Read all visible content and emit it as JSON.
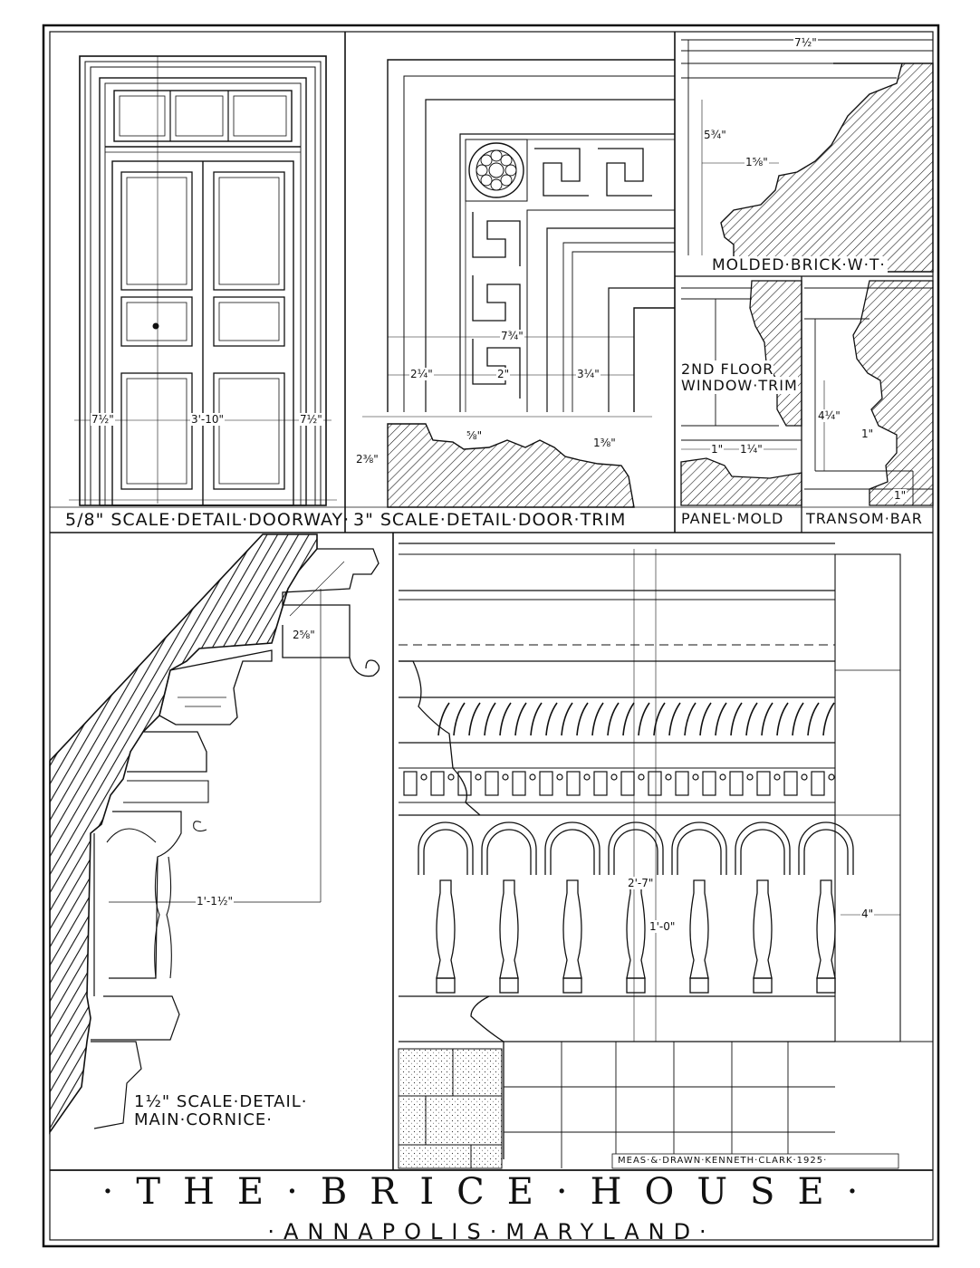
{
  "title": {
    "main": "·THE·BRICE·HOUSE·",
    "sub": "·ANNAPOLIS·MARYLAND·"
  },
  "panels": {
    "doorway": "5/8\" SCALE·DETAIL·DOORWAY·",
    "door_trim": "3\" SCALE·DETAIL·DOOR·TRIM",
    "panel_mold": "PANEL·MOLD",
    "transom_bar": "TRANSOM·BAR",
    "molded_brick": "MOLDED·BRICK·W·T·",
    "window_trim_line1": "2ND FLOOR",
    "window_trim_line2": "WINDOW·TRIM",
    "cornice_line1": "1½\" SCALE·DETAIL·",
    "cornice_line2": "MAIN·CORNICE·"
  },
  "credit": "MEAS·&·DRAWN·KENNETH·CLARK·1925·",
  "dimensions": {
    "door_width": "3'-10\"",
    "door_casing_left": "7½\"",
    "door_casing_right": "7½\"",
    "trim_total": "7¾\"",
    "trim_a": "2¼\"",
    "trim_b": "2\"",
    "trim_c": "3¼\"",
    "trim_d": "2⅜\"",
    "trim_e": "1⅜\"",
    "trim_f": "⅝\"",
    "brick_width": "7½\"",
    "brick_a": "5¾\"",
    "brick_b": "1⅝\"",
    "panel_a": "1\"",
    "panel_b": "1¼\"",
    "transom_a": "4¼\"",
    "transom_b": "1\"",
    "transom_c": "1\"",
    "cornice_projection": "1'-1½\"",
    "cornice_block": "2⅝\"",
    "cornice_height": "2'-7\"",
    "cornice_arcade": "1'-0\"",
    "cornice_right": "4\""
  },
  "colors": {
    "ink": "#111111",
    "paper": "#ffffff"
  }
}
